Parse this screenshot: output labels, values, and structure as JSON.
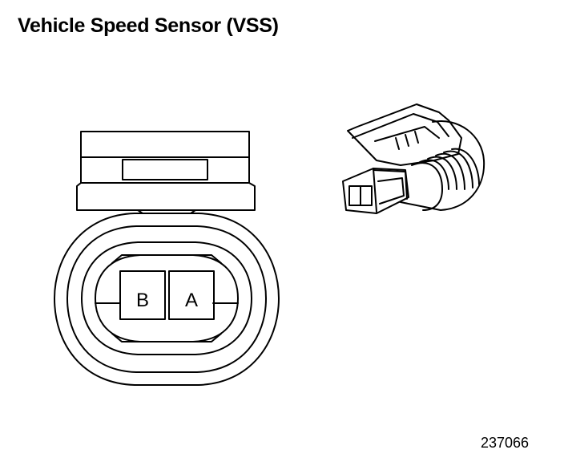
{
  "title": "Vehicle Speed Sensor (VSS)",
  "figure_number": "237066",
  "connector_face": {
    "pins": [
      {
        "label": "B"
      },
      {
        "label": "A"
      }
    ]
  },
  "colors": {
    "line": "#000000",
    "background": "#ffffff"
  }
}
